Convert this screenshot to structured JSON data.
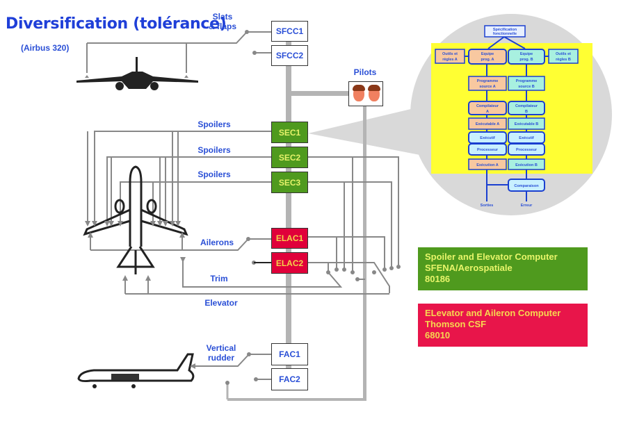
{
  "title": "Diversification (tolérance)",
  "subtitle": "(Airbus 320)",
  "labels": {
    "slats_flaps": "Slats\n& flaps",
    "pilots": "Pilots",
    "spoilers1": "Spoilers",
    "spoilers2": "Spoilers",
    "spoilers3": "Spoilers",
    "ailerons": "Ailerons",
    "trim": "Trim",
    "elevator": "Elevator",
    "vertical_rudder": "Vertical\nrudder"
  },
  "computers": {
    "sfcc1": "SFCC1",
    "sfcc2": "SFCC2",
    "sec1": "SEC1",
    "sec2": "SEC2",
    "sec3": "SEC3",
    "elac1": "ELAC1",
    "elac2": "ELAC2",
    "fac1": "FAC1",
    "fac2": "FAC2"
  },
  "legend": {
    "sec": {
      "line1": "Spoiler and Elevator Computer",
      "line2": "SFENA/Aerospatiale",
      "line3": "80186",
      "color": "#4f9a1e"
    },
    "elac": {
      "line1": "ELevator and Aileron Computer",
      "line2": "Thomson CSF",
      "line3": "68010",
      "color": "#e8154a"
    }
  },
  "flowchart": {
    "spec": "Spécification fonctionnelle",
    "tools_a": "Outils et règles A",
    "tools_b": "Outils et règles B",
    "team_a": "Equipe prog. A",
    "team_b": "Equipe prog. B",
    "source_a": "Programme source A",
    "source_b": "Programme source B",
    "compiler_a": "Compilateur A",
    "compiler_b": "Compilateur B",
    "exe_a": "Exécutable A",
    "exe_b": "Exécutable B",
    "exec_a": "Exécutif",
    "exec_b": "Exécutif",
    "proc_a": "Processeur",
    "proc_b": "Processeur",
    "run_a": "Exécution A",
    "run_b": "Exécution B",
    "compare": "Comparaison",
    "outputs": "Sorties",
    "error": "Erreur"
  },
  "colors": {
    "title_blue": "#1f3fd8",
    "sec_green": "#4f9a1e",
    "elac_red": "#e0003a",
    "flow_yellow": "#ffff33",
    "flow_orange": "#f8c8a0",
    "flow_cyan": "#a8f0e0",
    "wire_gray": "#888888",
    "bus_gray": "#b4b4b4"
  }
}
